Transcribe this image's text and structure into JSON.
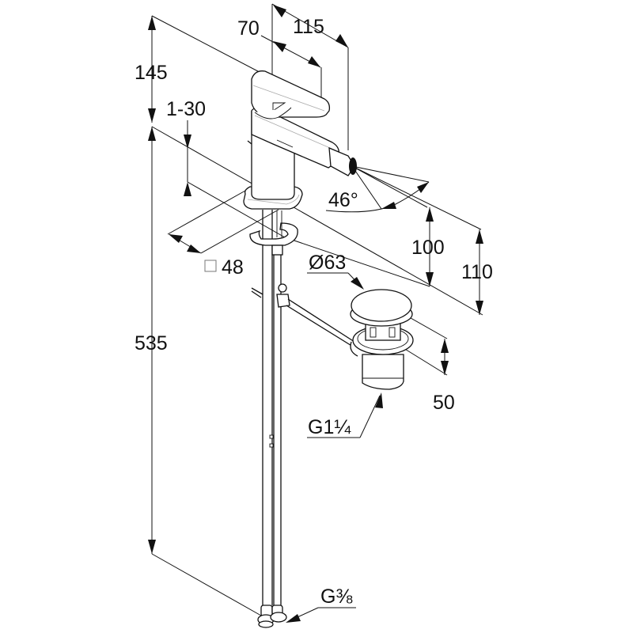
{
  "drawing": {
    "subject": "Single-lever bidet mixer with pop-up waste – dimension drawing",
    "colors": {
      "line": "#111111",
      "background": "#ffffff",
      "highlight": "#aaaaaa"
    },
    "dimensions": {
      "lever_length": "70",
      "spout_reach": "115",
      "upper_height": "145",
      "deck_thickness": "1-30",
      "base_size_symbol": "□",
      "base_size": "48",
      "spray_angle": "46°",
      "spout_height": "100",
      "spout_top_height": "110",
      "waste_diameter": "Ø63",
      "waste_depth": "50",
      "waste_thread": "G1¼",
      "total_height": "535",
      "connection_thread": "G⅜"
    }
  }
}
